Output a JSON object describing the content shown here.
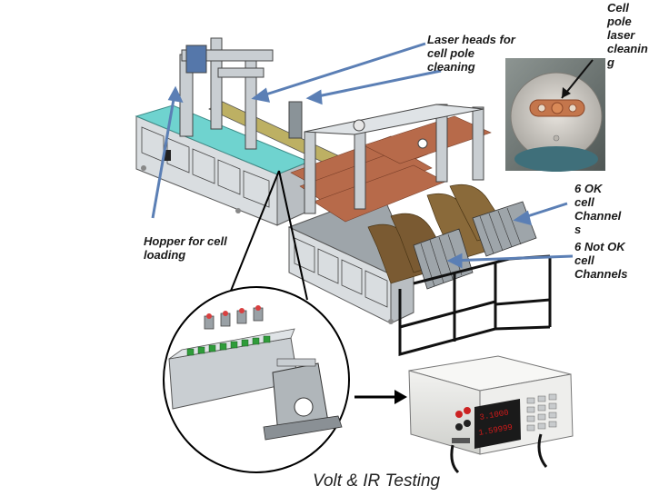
{
  "labels": {
    "laser_heads": [
      "Laser heads for",
      "cell pole",
      "cleaning"
    ],
    "cell_pole_laser": [
      "Cell",
      "pole",
      "laser",
      "cleanin",
      "g"
    ],
    "hopper": [
      "Hopper for cell",
      "loading"
    ],
    "ok_channels": [
      "6 OK",
      "cell",
      "Channel",
      "s"
    ],
    "not_ok_channels": [
      "6 Not OK",
      "cell",
      "Channels"
    ]
  },
  "caption": "Volt & IR Testing",
  "meter": {
    "display_top": "3.1000",
    "display_bottom": "1.59999"
  },
  "colors": {
    "machine_body": "#d9dde0",
    "machine_top": "#6fd3cf",
    "pole_copper": "#c4764c",
    "conveyor": "#b76a4a",
    "callout_line": "#5b7fb5",
    "meter_display": "#d11a1a"
  }
}
